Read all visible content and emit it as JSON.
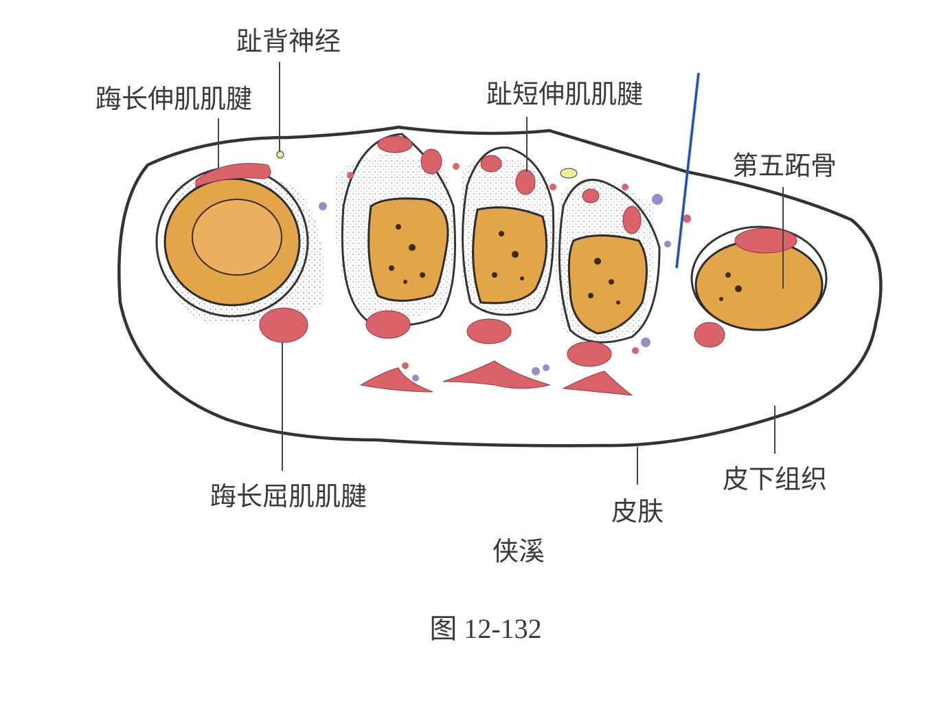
{
  "labels": {
    "dorsal_digital_nerve": "趾背神经",
    "extensor_hallucis_longus_tendon": "踇长伸肌肌腱",
    "extensor_digitorum_brevis_tendon": "趾短伸肌肌腱",
    "fifth_metatarsal": "第五跖骨",
    "flexor_hallucis_longus_tendon": "踇长屈肌肌腱",
    "skin": "皮肤",
    "subcutaneous_tissue": "皮下组织",
    "acupoint": "侠溪"
  },
  "caption": "图 12-132",
  "colors": {
    "bone": "#e3a54a",
    "tendon": "#d9626b",
    "needle": "#3a6fd8",
    "vessel_purple": "#9a8cc8",
    "nerve_yellow": "#f0ec9a"
  }
}
